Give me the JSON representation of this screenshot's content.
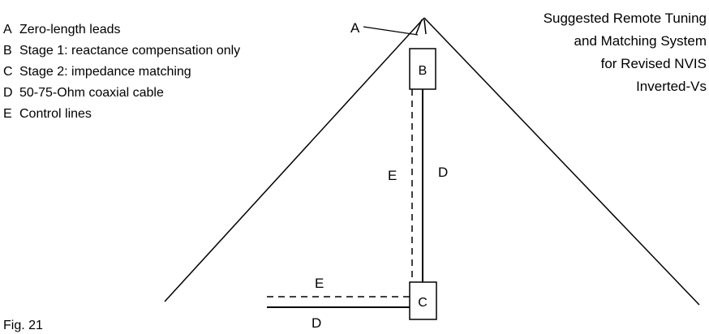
{
  "legend": {
    "items": [
      {
        "key": "A",
        "text": "Zero-length leads"
      },
      {
        "key": "B",
        "text": "Stage 1: reactance compensation only"
      },
      {
        "key": "C",
        "text": "Stage 2: impedance matching"
      },
      {
        "key": "D",
        "text": "50-75-Ohm coaxial cable"
      },
      {
        "key": "E",
        "text": "Control lines"
      }
    ]
  },
  "title": {
    "lines": [
      "Suggested Remote Tuning",
      "and Matching System",
      "for Revised NVIS",
      "Inverted-Vs"
    ]
  },
  "labels": {
    "pointer_a": "A",
    "box_b": "B",
    "box_c": "C",
    "vertical_control": "E",
    "vertical_coax": "D",
    "horizontal_control": "E",
    "horizontal_coax": "D"
  },
  "caption": "Fig. 21",
  "colors": {
    "line": "#000000",
    "background": "#ffffff"
  }
}
